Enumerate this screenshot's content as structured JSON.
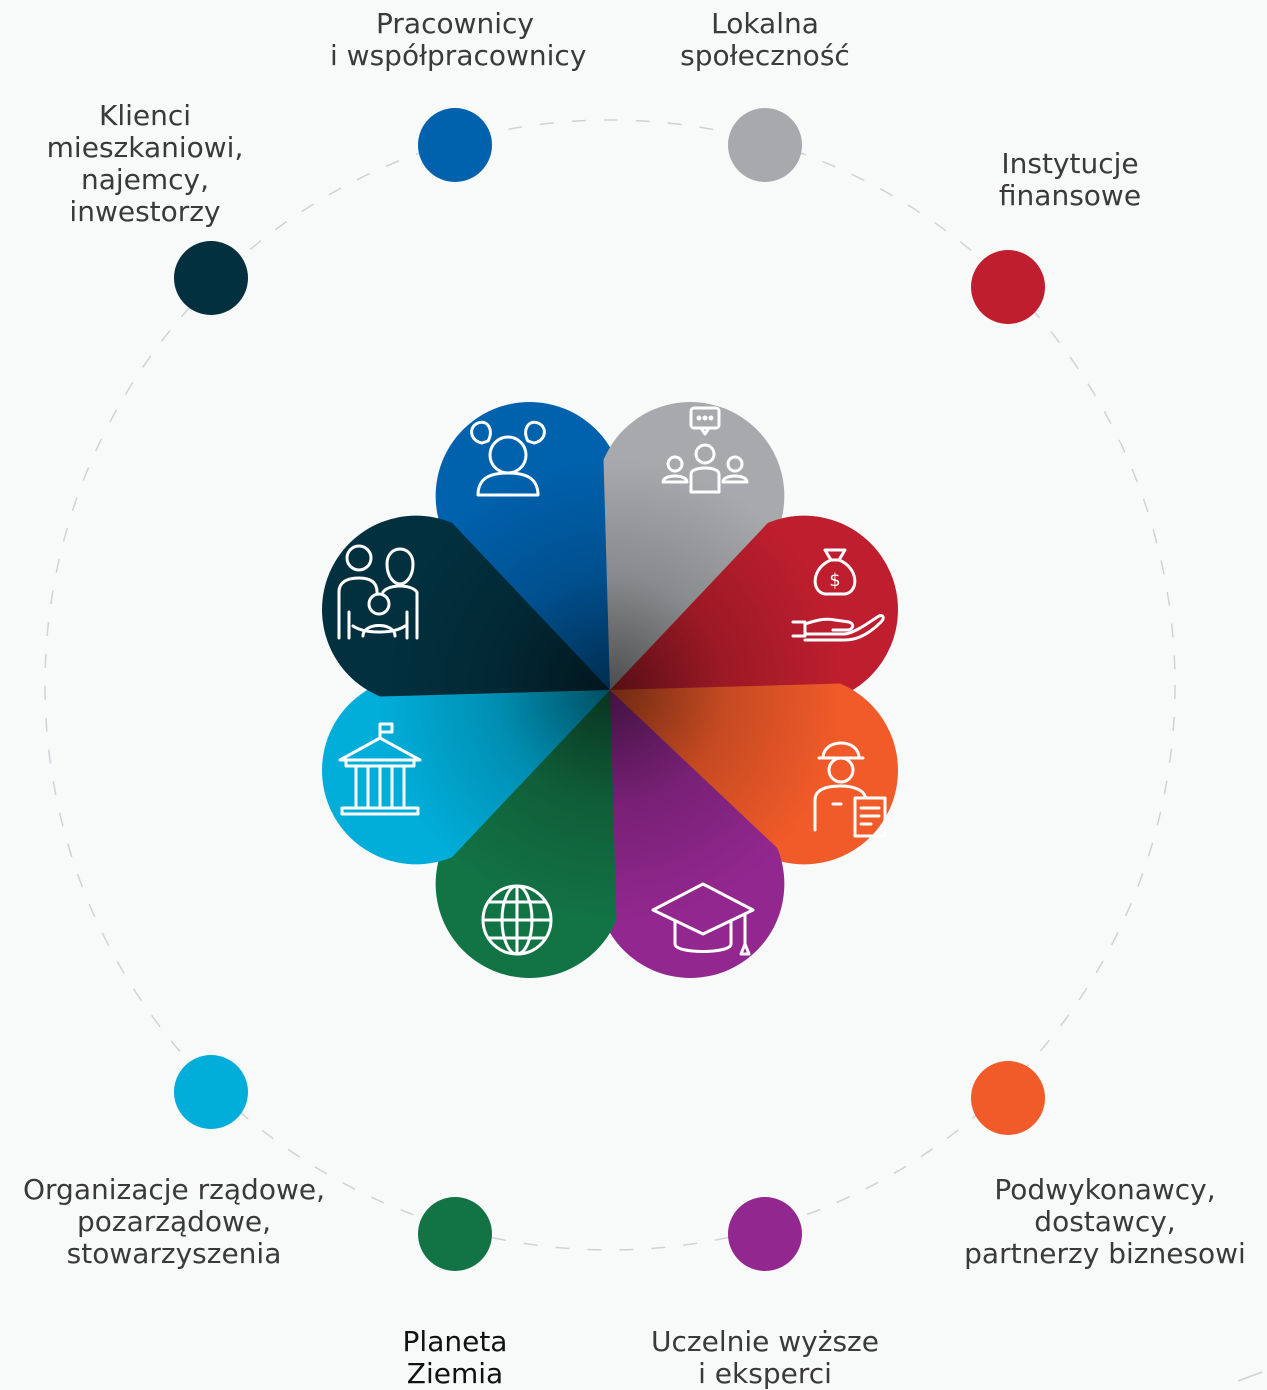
{
  "stakeholders": [
    {
      "id": "employees",
      "lines": [
        "Pracownicy",
        "i współpracownicy"
      ],
      "color": "#0061ad",
      "icon": "employees-group-icon"
    },
    {
      "id": "community",
      "lines": [
        "Lokalna",
        "społeczność"
      ],
      "color": "#a7a9ac",
      "icon": "community-speech-icon"
    },
    {
      "id": "finance",
      "lines": [
        "Instytucje",
        "finansowe"
      ],
      "color": "#be1e2d",
      "icon": "money-bag-hand-icon"
    },
    {
      "id": "subcontractors",
      "lines": [
        "Podwykonawcy,",
        "dostawcy,",
        "partnerzy biznesowi"
      ],
      "color": "#f15a29",
      "icon": "worker-document-icon"
    },
    {
      "id": "universities",
      "lines": [
        "Uczelnie wyższe",
        "i eksperci"
      ],
      "color": "#92278f",
      "icon": "graduation-cap-icon"
    },
    {
      "id": "planet",
      "lines": [
        "Planeta",
        "Ziemia"
      ],
      "color": "#127345",
      "icon": "globe-icon"
    },
    {
      "id": "organizations",
      "lines": [
        "Organizacje rządowe,",
        "pozarządowe,",
        "stowarzyszenia"
      ],
      "color": "#00aed9",
      "icon": "government-building-icon"
    },
    {
      "id": "clients",
      "lines": [
        "Klienci",
        "mieszkaniowi,",
        "najemcy,",
        "inwestorzy"
      ],
      "color": "#02303f",
      "icon": "family-icon"
    }
  ]
}
